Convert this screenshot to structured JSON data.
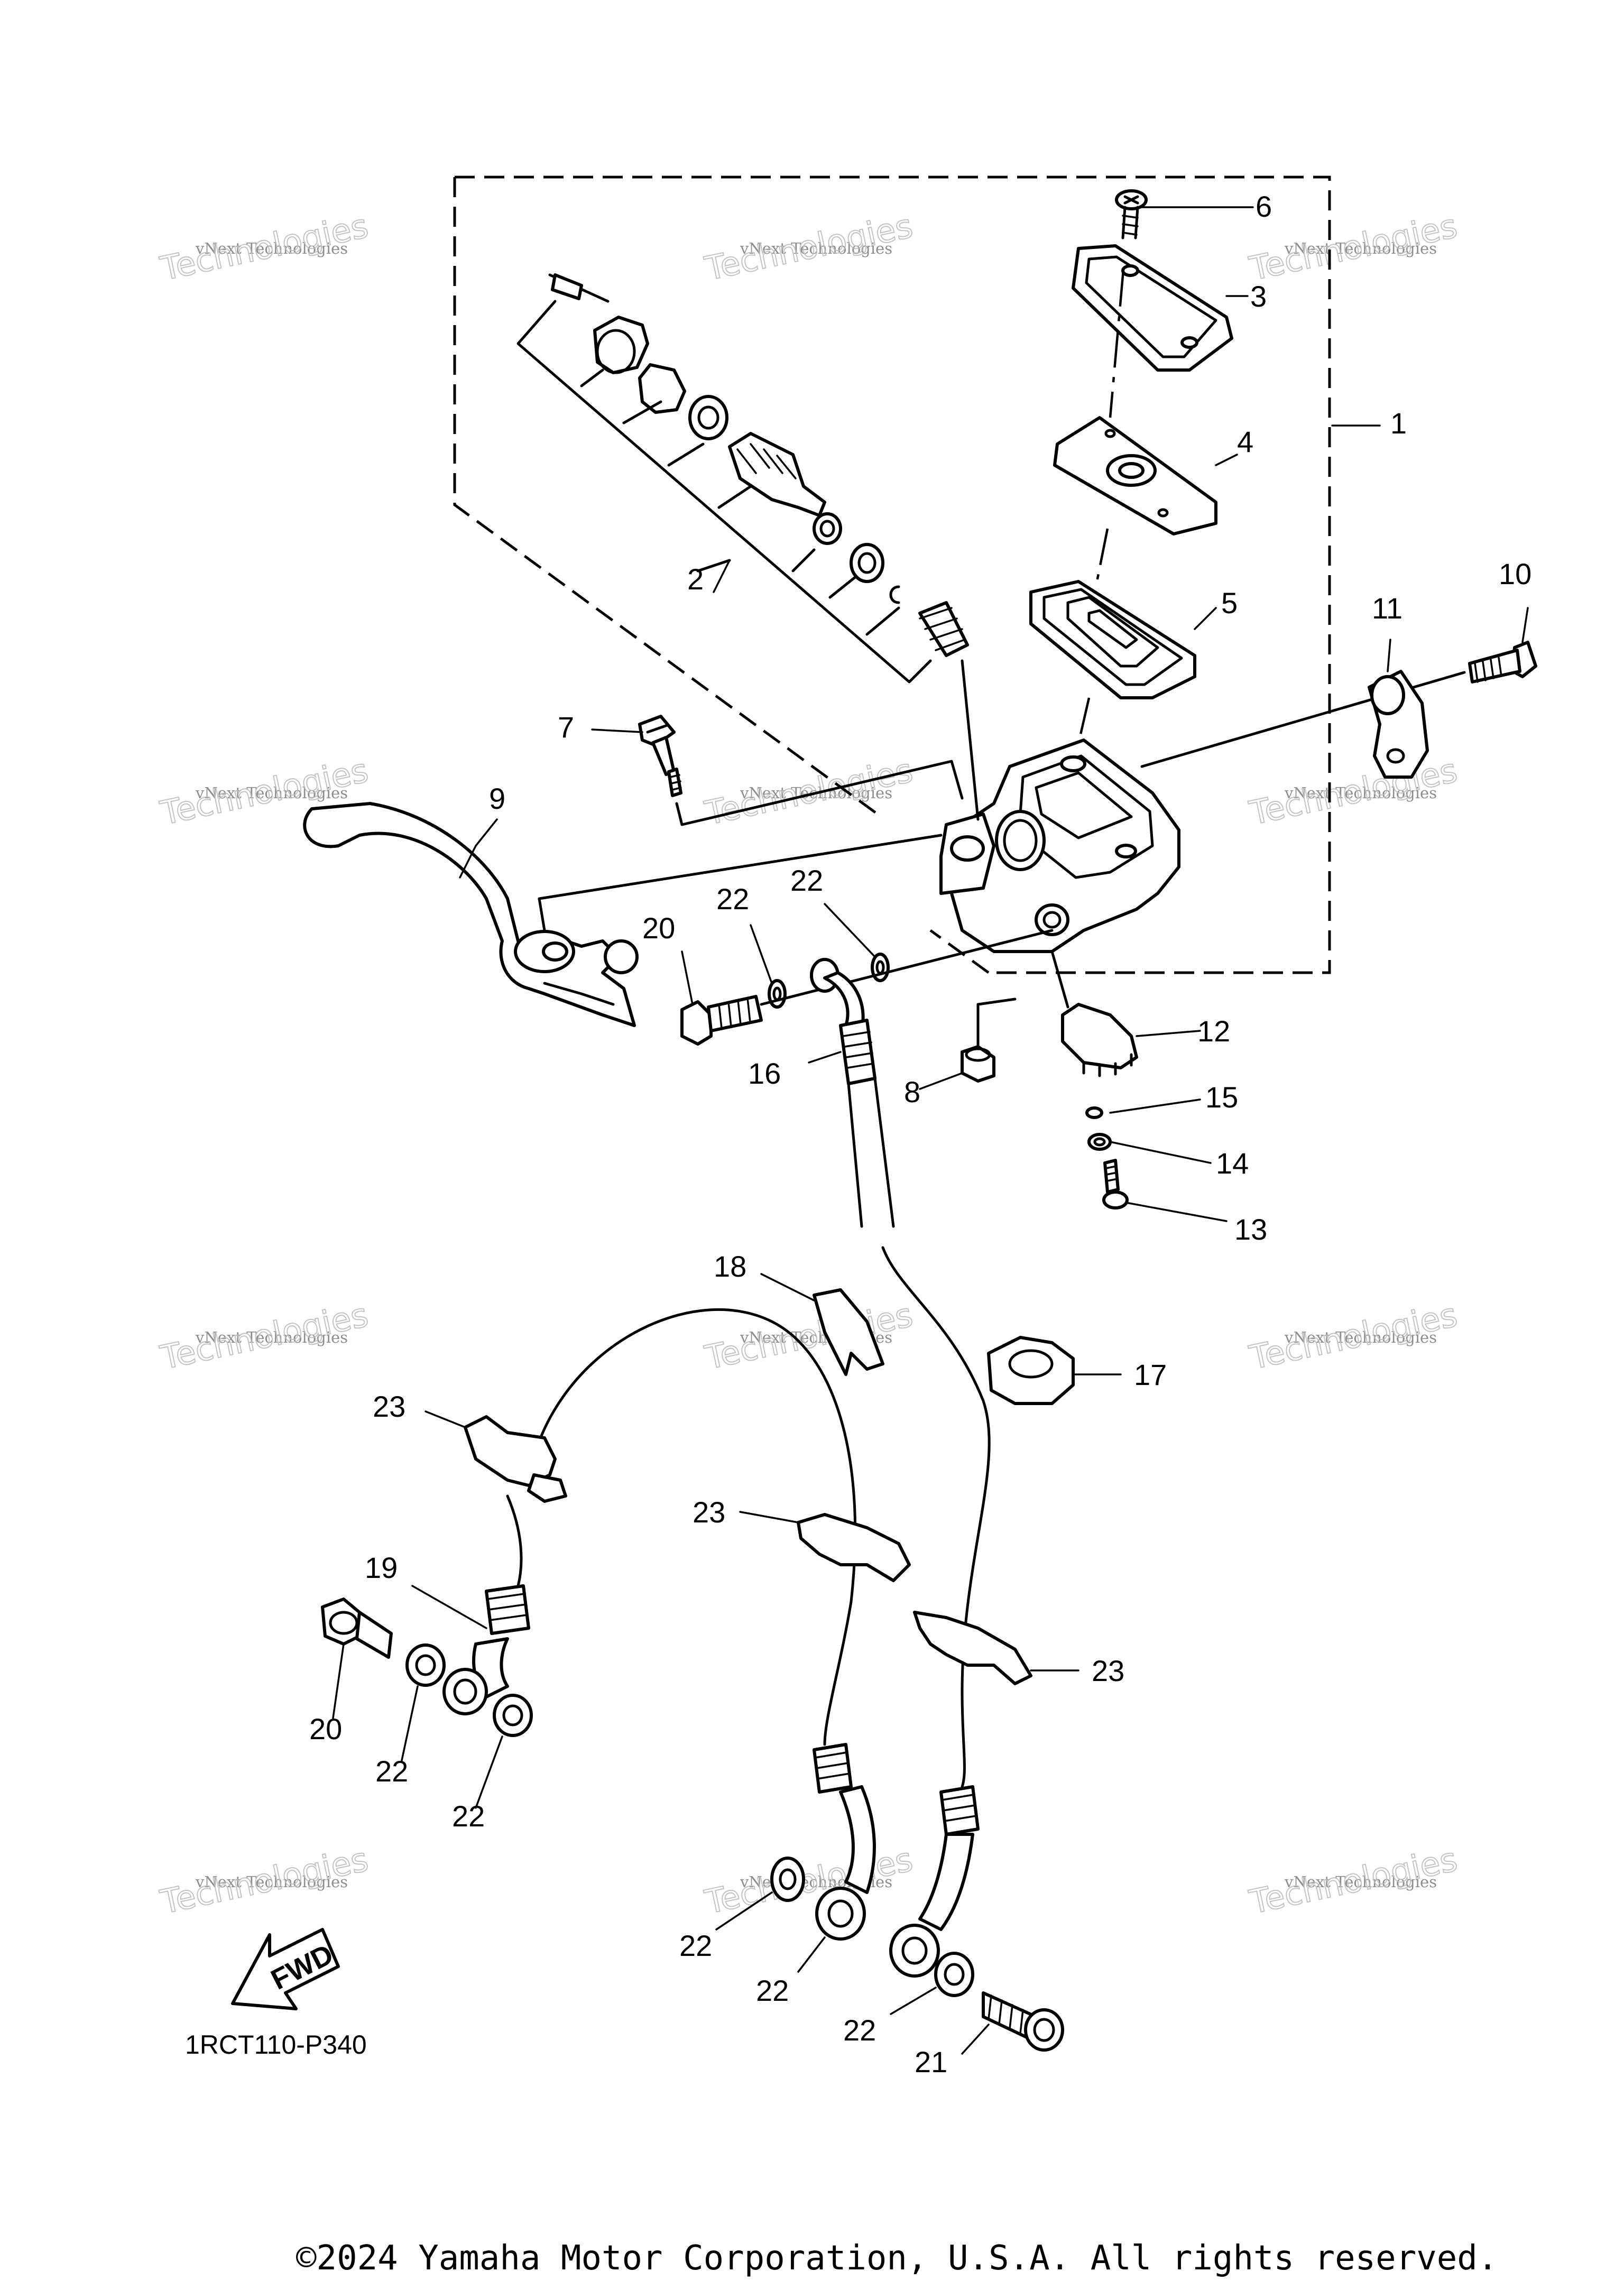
{
  "diagram": {
    "drawing_code": "1RCT110-P340",
    "direction_label": "FWD",
    "watermark_line1": "vNext Technologies",
    "watermark_line2": "vNext",
    "watermark_line3": "Technologies",
    "copyright": "©2024 Yamaha Motor Corporation, U.S.A. All rights reserved.",
    "callouts": [
      {
        "id": "c1",
        "label": "1"
      },
      {
        "id": "c2",
        "label": "2"
      },
      {
        "id": "c3",
        "label": "3"
      },
      {
        "id": "c4",
        "label": "4"
      },
      {
        "id": "c5",
        "label": "5"
      },
      {
        "id": "c6",
        "label": "6"
      },
      {
        "id": "c7",
        "label": "7"
      },
      {
        "id": "c8",
        "label": "8"
      },
      {
        "id": "c9",
        "label": "9"
      },
      {
        "id": "c10",
        "label": "10"
      },
      {
        "id": "c11",
        "label": "11"
      },
      {
        "id": "c12",
        "label": "12"
      },
      {
        "id": "c13",
        "label": "13"
      },
      {
        "id": "c14",
        "label": "14"
      },
      {
        "id": "c15",
        "label": "15"
      },
      {
        "id": "c16",
        "label": "16"
      },
      {
        "id": "c17",
        "label": "17"
      },
      {
        "id": "c18",
        "label": "18"
      },
      {
        "id": "c19",
        "label": "19"
      },
      {
        "id": "c20a",
        "label": "20"
      },
      {
        "id": "c20b",
        "label": "20"
      },
      {
        "id": "c21",
        "label": "21"
      },
      {
        "id": "c22a",
        "label": "22"
      },
      {
        "id": "c22b",
        "label": "22"
      },
      {
        "id": "c22c",
        "label": "22"
      },
      {
        "id": "c22d",
        "label": "22"
      },
      {
        "id": "c22e",
        "label": "22"
      },
      {
        "id": "c22f",
        "label": "22"
      },
      {
        "id": "c22g",
        "label": "22"
      },
      {
        "id": "c23a",
        "label": "23"
      },
      {
        "id": "c23b",
        "label": "23"
      },
      {
        "id": "c23c",
        "label": "23"
      }
    ]
  }
}
